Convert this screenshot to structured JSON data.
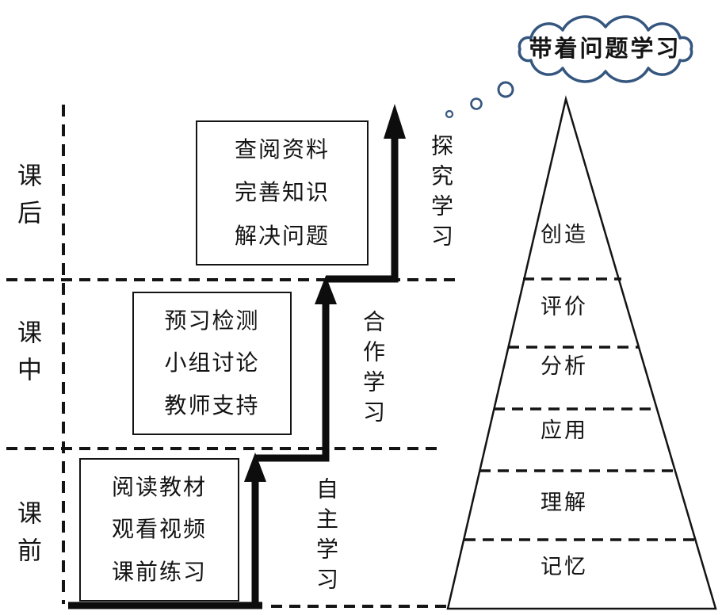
{
  "title_cloud": {
    "text": "带着问题学习"
  },
  "stages": [
    {
      "label": "课后"
    },
    {
      "label": "课中"
    },
    {
      "label": "课前"
    }
  ],
  "activity_boxes": [
    {
      "lines": [
        "查阅资料",
        "完善知识",
        "解决问题"
      ]
    },
    {
      "lines": [
        "预习检测",
        "小组讨论",
        "教师支持"
      ]
    },
    {
      "lines": [
        "阅读教材",
        "观看视频",
        "课前练习"
      ]
    }
  ],
  "learning_modes": [
    {
      "label": "探究学习"
    },
    {
      "label": "合作学习"
    },
    {
      "label": "自主学习"
    }
  ],
  "pyramid": {
    "levels": [
      {
        "label": "创造"
      },
      {
        "label": "评价"
      },
      {
        "label": "分析"
      },
      {
        "label": "应用"
      },
      {
        "label": "理解"
      },
      {
        "label": "记忆"
      }
    ]
  },
  "colors": {
    "ink": "#141414",
    "cloud_outline": "#35567f",
    "background": "#ffffff"
  }
}
